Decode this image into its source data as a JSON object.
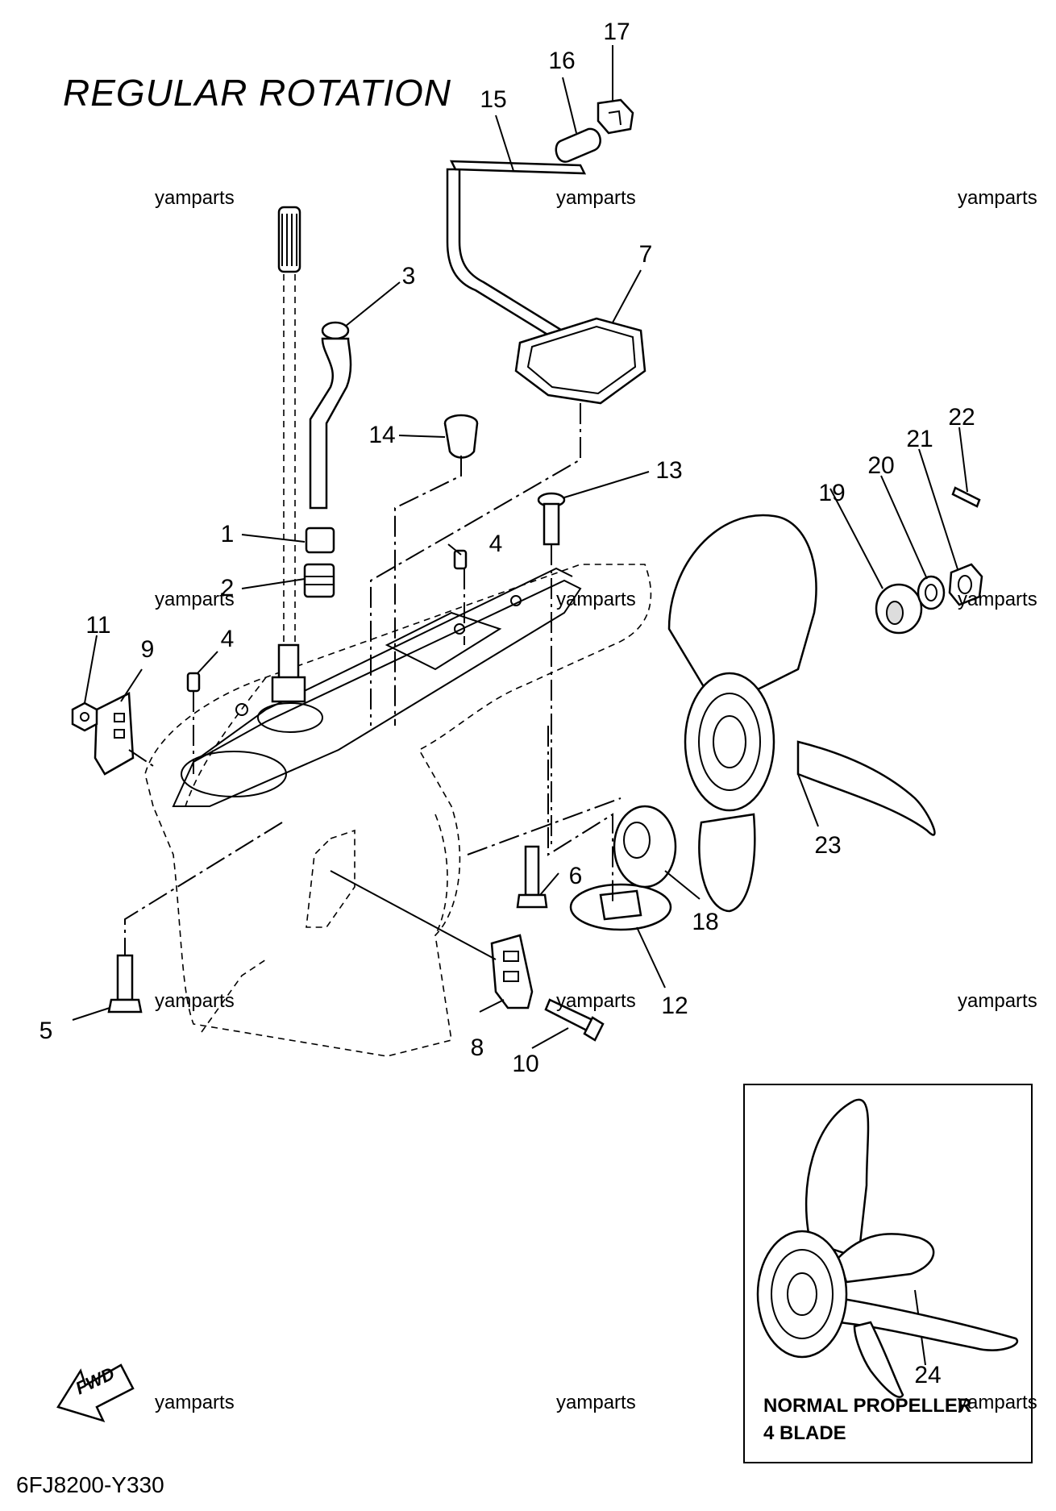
{
  "title": "REGULAR ROTATION",
  "watermark": "yamparts",
  "diagram_code": "6FJ8200-Y330",
  "fwd_label": "FWD",
  "inset": {
    "caption_line1": "NORMAL PROPELLER",
    "caption_line2": "4 BLADE"
  },
  "callouts": [
    {
      "id": "c1",
      "label": "1"
    },
    {
      "id": "c2",
      "label": "2"
    },
    {
      "id": "c3",
      "label": "3"
    },
    {
      "id": "c4a",
      "label": "4"
    },
    {
      "id": "c4b",
      "label": "4"
    },
    {
      "id": "c5",
      "label": "5"
    },
    {
      "id": "c6",
      "label": "6"
    },
    {
      "id": "c7",
      "label": "7"
    },
    {
      "id": "c8",
      "label": "8"
    },
    {
      "id": "c9",
      "label": "9"
    },
    {
      "id": "c10",
      "label": "10"
    },
    {
      "id": "c11",
      "label": "11"
    },
    {
      "id": "c12",
      "label": "12"
    },
    {
      "id": "c13",
      "label": "13"
    },
    {
      "id": "c14",
      "label": "14"
    },
    {
      "id": "c15",
      "label": "15"
    },
    {
      "id": "c16",
      "label": "16"
    },
    {
      "id": "c17",
      "label": "17"
    },
    {
      "id": "c18",
      "label": "18"
    },
    {
      "id": "c19",
      "label": "19"
    },
    {
      "id": "c20",
      "label": "20"
    },
    {
      "id": "c21",
      "label": "21"
    },
    {
      "id": "c22",
      "label": "22"
    },
    {
      "id": "c23",
      "label": "23"
    },
    {
      "id": "c24",
      "label": "24"
    }
  ]
}
